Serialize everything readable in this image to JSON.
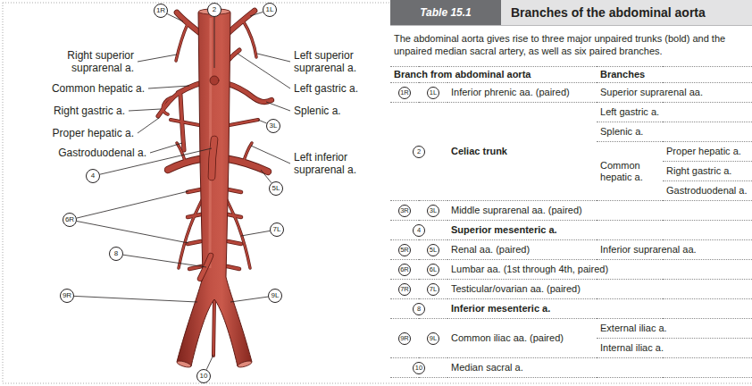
{
  "diagram": {
    "title": "Branches of the abdominal aorta",
    "caption": "The abdominal aorta gives rise to three major unpaired trunks (bold) and the unpaired median sacral artery, as well as six paired branches.",
    "labels": [
      "1R",
      "2",
      "1L",
      "Right superior suprarenal a.",
      "Left superior suprarenal a.",
      "Common hepatic a.",
      "Left gastric a.",
      "Right gastric a.",
      "Splenic a.",
      "Proper hepatic a.",
      "3L",
      "Gastroduodenal a.",
      "Left inferior suprarenal a.",
      "4",
      "5L",
      "6R",
      "7L",
      "8",
      "9R",
      "9L",
      "10",
      "Table 15.1",
      "Branch from abdominal aorta",
      "Branches",
      "1R",
      "1L",
      "Inferior phrenic aa. (paired)",
      "Superior suprarenal aa.",
      "2",
      "Celiac trunk",
      "Left gastric a.",
      "Splenic a.",
      "Common hepatic a.",
      "Proper hepatic a.",
      "Right gastric a.",
      "Gastroduodenal a.",
      "3R",
      "3L",
      "Middle suprarenal aa. (paired)",
      "4",
      "Superior mesenteric a.",
      "5R",
      "5L",
      "Renal aa. (paired)",
      "Inferior suprarenal aa.",
      "6R",
      "6L",
      "Lumbar aa. (1st through 4th, paired)",
      "7R",
      "7L",
      "Testicular/ovarian aa. (paired)",
      "8",
      "Inferior mesenteric a.",
      "9R",
      "9L",
      "Common iliac aa. (paired)",
      "External iliac a.",
      "Internal iliac a.",
      "10",
      "Median sacral a."
    ]
  }
}
